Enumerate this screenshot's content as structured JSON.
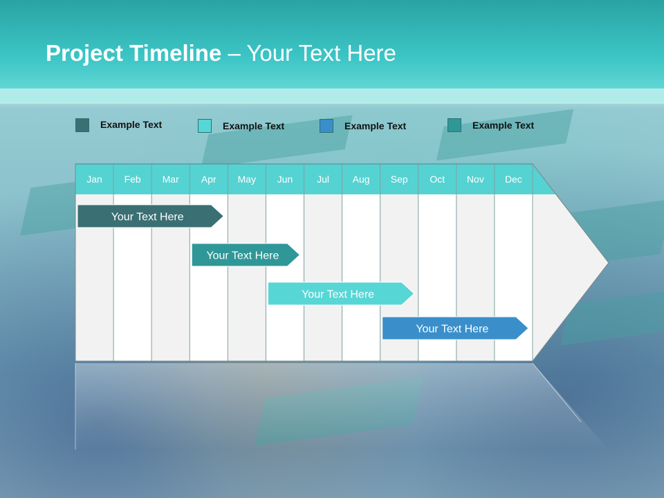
{
  "slide": {
    "title_bold": "Project Timeline",
    "title_rest": " – Your Text Here"
  },
  "legend": [
    {
      "label": "Example Text",
      "color": "#3a6f73"
    },
    {
      "label": "Example Text",
      "color": "#57d6d6"
    },
    {
      "label": "Example Text",
      "color": "#3a8fcb"
    },
    {
      "label": "Example Text",
      "color": "#2f9797"
    }
  ],
  "months": [
    "Jan",
    "Feb",
    "Mar",
    "Apr",
    "May",
    "Jun",
    "Jul",
    "Aug",
    "Sep",
    "Oct",
    "Nov",
    "Dec"
  ],
  "tasks": [
    {
      "label": "Your  Text Here",
      "start_month": "Jan",
      "end_month": "Apr",
      "color": "#3a6f73"
    },
    {
      "label": "Your  Text Here",
      "start_month": "Apr",
      "end_month": "Jun",
      "color": "#2f9797"
    },
    {
      "label": "Your  Text Here",
      "start_month": "Jun",
      "end_month": "Sep",
      "color": "#57d6d6"
    },
    {
      "label": "Your  Text Here",
      "start_month": "Sep",
      "end_month": "Dec",
      "color": "#3a8fcb"
    }
  ],
  "colors": {
    "header": "#3cc5c5",
    "month_band": "#55d2d2",
    "grid_light": "#f2f2f2",
    "grid_white": "#ffffff"
  }
}
